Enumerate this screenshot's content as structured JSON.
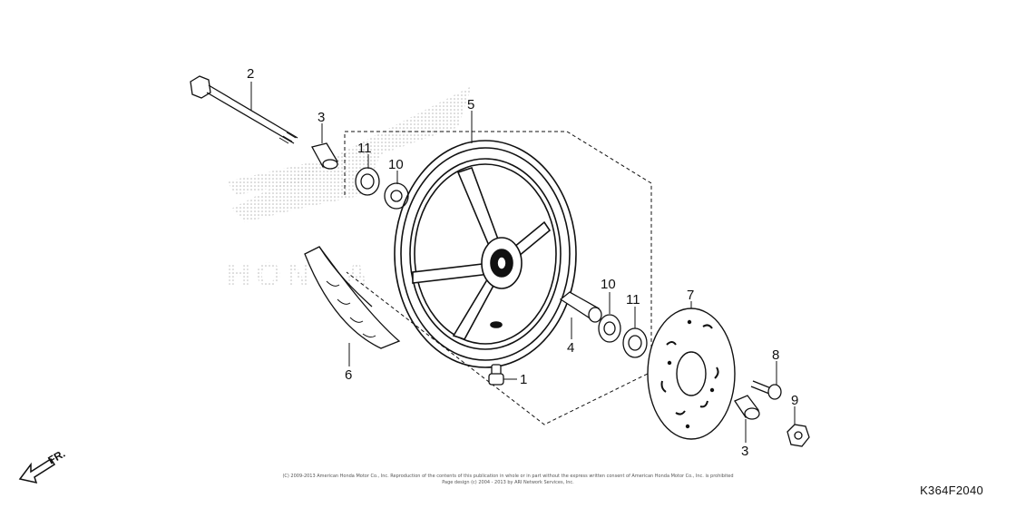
{
  "diagram_code": "K364F2040",
  "direction_label": "FR.",
  "copyright": "(C) 2009-2013 American Honda Motor Co., Inc. Reproduction of the contents of this publication in whole or in part without the express written consent of American Honda Motor Co., Inc. is prohibited",
  "copyright_line2": "Page design (c) 2004 - 2013 by ARI Network Services, Inc.",
  "watermark_text": "HONDA",
  "callouts": {
    "c1": "1",
    "c2": "2",
    "c3a": "3",
    "c3b": "3",
    "c4": "4",
    "c5": "5",
    "c6": "6",
    "c7": "7",
    "c8": "8",
    "c9": "9",
    "c10a": "10",
    "c10b": "10",
    "c11a": "11",
    "c11b": "11"
  },
  "colors": {
    "line": "#111111",
    "watermark": "#b8b8b8"
  }
}
